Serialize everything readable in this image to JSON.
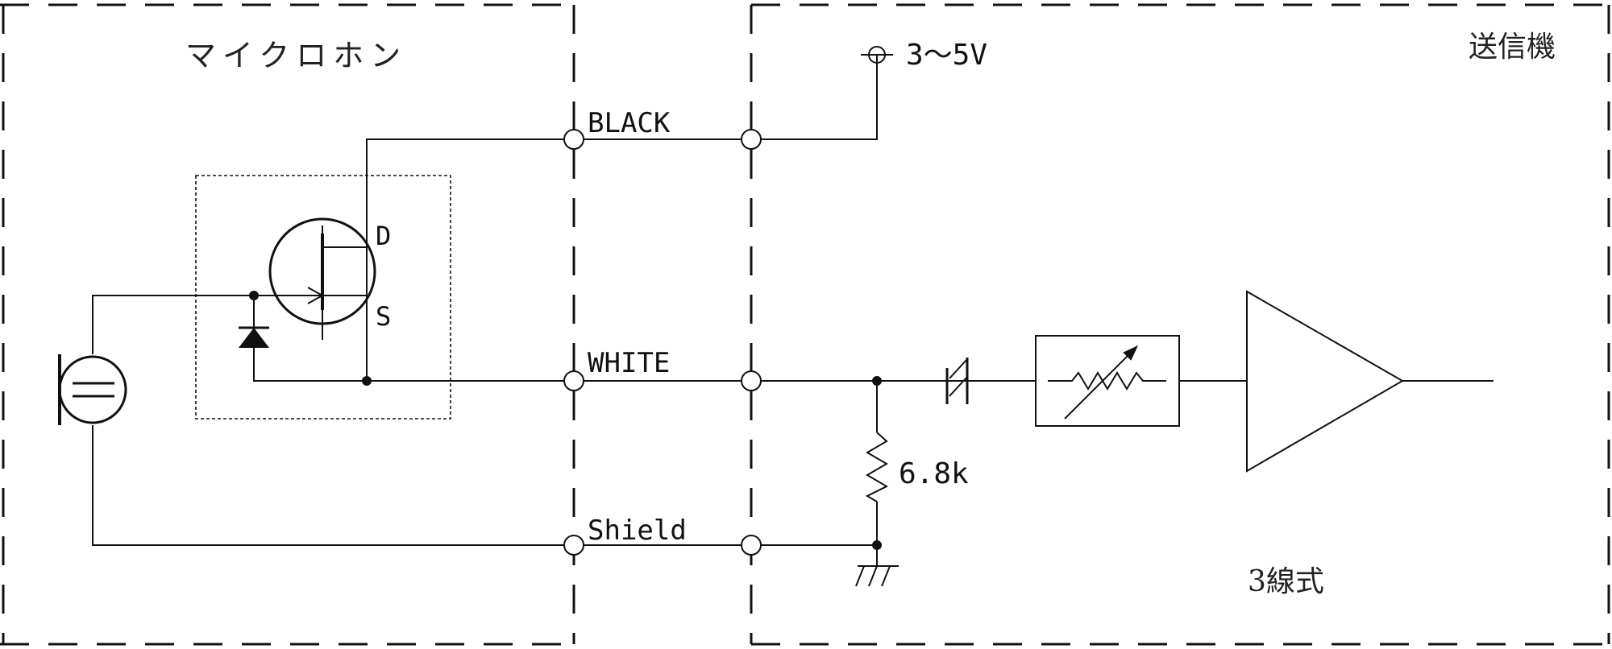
{
  "microphone": {
    "title": "マイクロホン"
  },
  "transmitter": {
    "title": "送信機",
    "mode": "3線式"
  },
  "wires": {
    "black": "BLACK",
    "white": "WHITE",
    "shield": "Shield"
  },
  "fet": {
    "drain": "D",
    "source": "S"
  },
  "supply": {
    "voltage": "3～5V"
  },
  "resistor": {
    "value": "6.8k"
  },
  "colors": {
    "line": "#111111",
    "background": "#ffffff"
  }
}
